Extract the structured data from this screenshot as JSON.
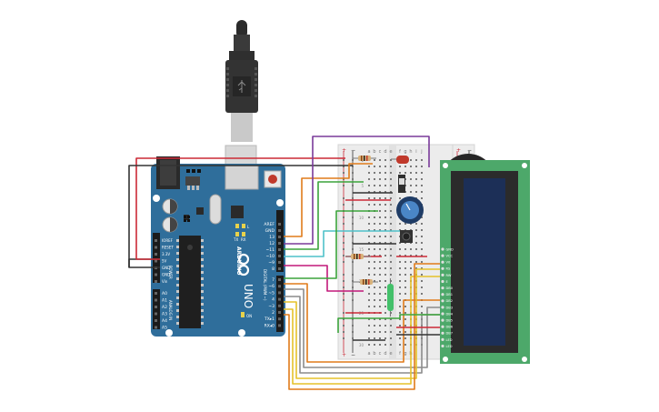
{
  "arduino": {
    "brand": "ARDUINO",
    "model": "UNO",
    "power_header_label": "POWER",
    "analog_header_label": "ANALOG IN",
    "digital_header_label": "DIGITAL (PWM ~)",
    "led_l": "L",
    "led_tx": "TX",
    "led_rx": "RX",
    "led_on": "ON",
    "power_pins": [
      "IOREF",
      "RESET",
      "3.3V",
      "5V",
      "GND",
      "GND",
      "Vin"
    ],
    "analog_pins": [
      "A0",
      "A1",
      "A2",
      "A3",
      "A4",
      "A5"
    ],
    "digital_top_pins": [
      "AREF",
      "GND",
      "13",
      "12",
      "~11",
      "~10",
      "~9",
      "8"
    ],
    "digital_bottom_pins": [
      "7",
      "~6",
      "~5",
      "4",
      "~3",
      "2",
      "TX▸1",
      "RX◂0"
    ]
  },
  "breadboard": {
    "plus": "+",
    "minus": "−",
    "columns_left": [
      "a",
      "b",
      "c",
      "d",
      "e"
    ],
    "columns_right": [
      "f",
      "g",
      "h",
      "i",
      "j"
    ],
    "row_numbers": [
      "1",
      "5",
      "10",
      "15",
      "20",
      "25",
      "30"
    ]
  },
  "lcd": {
    "pins": [
      "GND",
      "VCC",
      "V0",
      "RS",
      "RW",
      "E",
      "DB0",
      "DB1",
      "DB2",
      "DB3",
      "DB4",
      "DB5",
      "DB6",
      "DB7",
      "LED",
      "LED"
    ]
  },
  "buzzer": {
    "plus": "+",
    "minus": "−"
  },
  "colors": {
    "board": "#2F6E9B",
    "breadboard": "#ECECEC",
    "lcd_pcb": "#4DA86A",
    "lcd_screen": "#1C2F57",
    "wire_red": "#CC2A36",
    "wire_black": "#333333",
    "wire_orange": "#E07B1A",
    "wire_green": "#3BA33B",
    "wire_purple": "#7A3A9A",
    "wire_magenta": "#C2187A",
    "wire_cyan": "#4FC1C9",
    "wire_yellow": "#E5C22A",
    "wire_gray": "#8C8C8C"
  }
}
